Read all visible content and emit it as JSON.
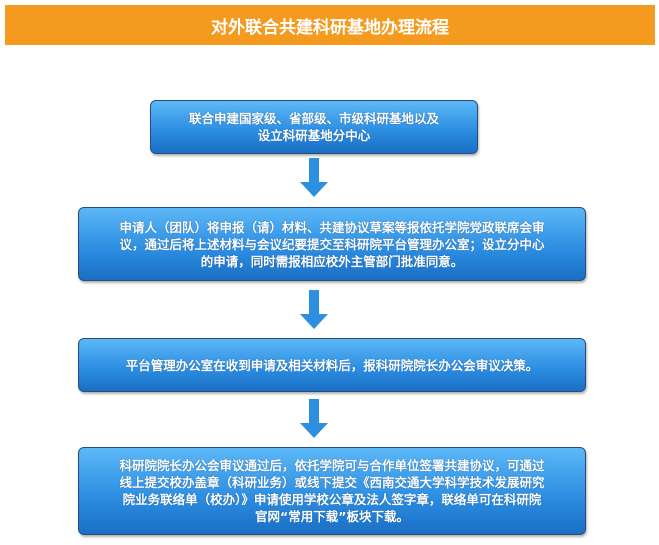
{
  "title": "对外联合共建科研基地办理流程",
  "steps": [
    {
      "lines": [
        "联合申建国家级、省部级、市级科研基地以及",
        "设立科研基地分中心"
      ]
    },
    {
      "lines": [
        "申请人（团队）将申报（请）材料、共建协议草案等报依托学院党政联席会审",
        "议，通过后将上述材料与会议纪要提交至科研院平台管理办公室；设立分中心",
        "的申请，同时需报相应校外主管部门批准同意。"
      ]
    },
    {
      "lines": [
        "平台管理办公室在收到申请及相关材料后，报科研院院长办公会审议决策。"
      ]
    },
    {
      "lines": [
        "科研院院长办公会审议通过后，依托学院可与合作单位签署共建协议，可通过",
        "线上提交校办盖章（科研业务）或线下提交《西南交通大学科学技术发展研究",
        "院业务联络单（校办）》申请使用学校公章及法人签字章，联络单可在科研院",
        "官网“常用下载”板块下载。"
      ]
    }
  ],
  "colors": {
    "title_bg": "#f39a1f",
    "box": "#2a8be0",
    "arrow": "#2d8fe0"
  }
}
